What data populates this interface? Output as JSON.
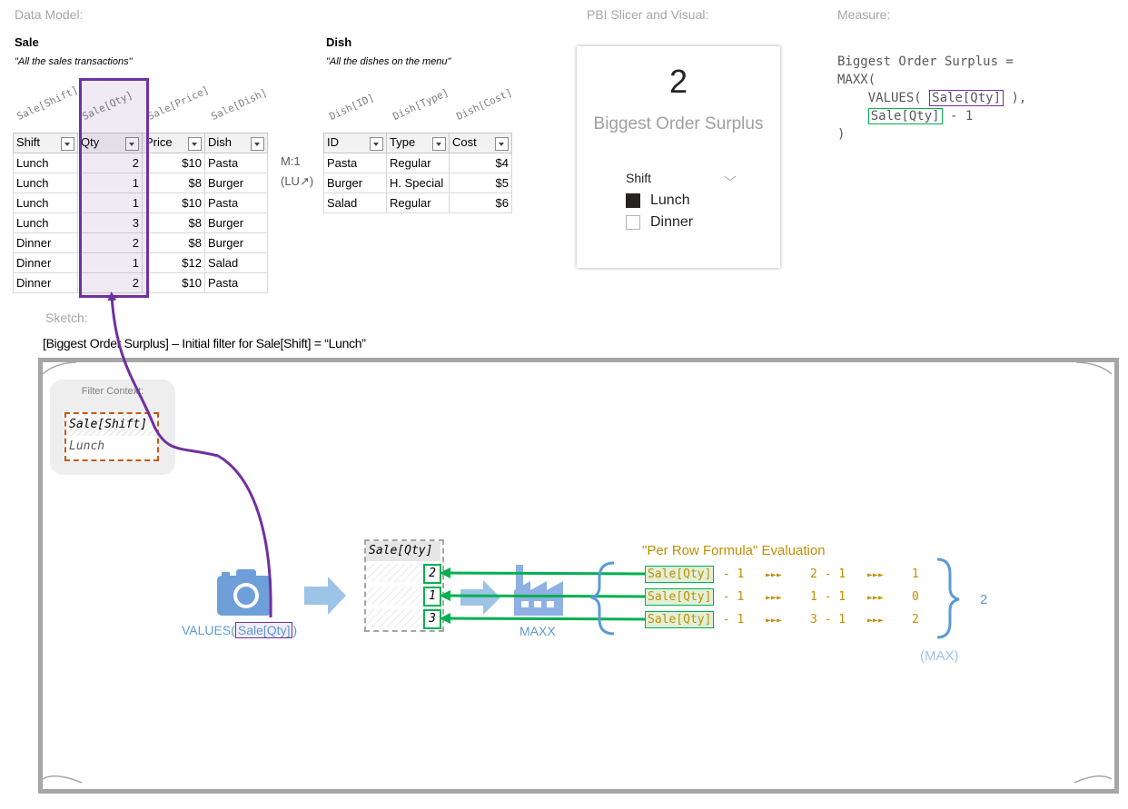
{
  "sections": {
    "data_model": "Data Model:",
    "pbi": "PBI Slicer and Visual:",
    "measure": "Measure:",
    "sketch": "Sketch:"
  },
  "sale": {
    "title": "Sale",
    "subtitle": "\"All the sales transactions\"",
    "rotated": [
      "Sale[Shift]",
      "Sale[Qty]",
      "Sale[Price]",
      "Sale[Dish]"
    ],
    "headers": [
      "Shift",
      "Qty",
      "Price",
      "Dish"
    ],
    "rows": [
      [
        "Lunch",
        "2",
        "$10",
        "Pasta"
      ],
      [
        "Lunch",
        "1",
        "$8",
        "Burger"
      ],
      [
        "Lunch",
        "1",
        "$10",
        "Pasta"
      ],
      [
        "Lunch",
        "3",
        "$8",
        "Burger"
      ],
      [
        "Dinner",
        "2",
        "$8",
        "Burger"
      ],
      [
        "Dinner",
        "1",
        "$12",
        "Salad"
      ],
      [
        "Dinner",
        "2",
        "$10",
        "Pasta"
      ]
    ]
  },
  "relationship": {
    "cardinality": "M:1",
    "kind": "(LU↗)"
  },
  "dish": {
    "title": "Dish",
    "subtitle": "\"All the dishes on the menu\"",
    "rotated": [
      "Dish[ID]",
      "Dish[Type]",
      "Dish[Cost]"
    ],
    "headers": [
      "ID",
      "Type",
      "Cost"
    ],
    "rows": [
      [
        "Pasta",
        "Regular",
        "$4"
      ],
      [
        "Burger",
        "H. Special",
        "$5"
      ],
      [
        "Salad",
        "Regular",
        "$6"
      ]
    ]
  },
  "visual": {
    "value": "2",
    "label": "Biggest Order Surplus",
    "slicer_title": "Shift",
    "options": [
      {
        "label": "Lunch",
        "checked": true
      },
      {
        "label": "Dinner",
        "checked": false
      }
    ]
  },
  "measure": {
    "line1": "Biggest Order Surplus =",
    "line2": "MAXX(",
    "line3_pre": "    VALUES( ",
    "line3_ref": "Sale[Qty]",
    "line3_post": " ),",
    "line4_pre": "    ",
    "line4_ref": "Sale[Qty]",
    "line4_post": " - 1",
    "line5": ")"
  },
  "sketch": {
    "heading": "[Biggest Order Surplus] – Initial filter for Sale[Shift] = “Lunch”",
    "filter_context_title": "Filter Context:",
    "filter_column": "Sale[Shift]",
    "filter_value": "Lunch",
    "values_pre": "VALUES(",
    "values_ref": "Sale[Qty]",
    "values_post": ")",
    "qty_header": "Sale[Qty]",
    "qty_values": [
      "2",
      "1",
      "3"
    ],
    "maxx_label": "MAXX",
    "per_row_title": "\"Per Row Formula\" Evaluation",
    "per_row": [
      {
        "ref": "Sale[Qty]",
        "op": " - 1",
        "arrow": "►►►",
        "expr": "2 - 1",
        "result": "1"
      },
      {
        "ref": "Sale[Qty]",
        "op": " - 1",
        "arrow": "►►►",
        "expr": "1 - 1",
        "result": "0"
      },
      {
        "ref": "Sale[Qty]",
        "op": " - 1",
        "arrow": "►►►",
        "expr": "3 - 1",
        "result": "2"
      }
    ],
    "final_result": "2",
    "final_label": "(MAX)"
  },
  "colors": {
    "purple": "#7030a0",
    "green": "#00b050",
    "blue": "#5b9bd5",
    "gold": "#bf8f00",
    "orange": "#c55a11",
    "grey": "#a6a6a6"
  }
}
